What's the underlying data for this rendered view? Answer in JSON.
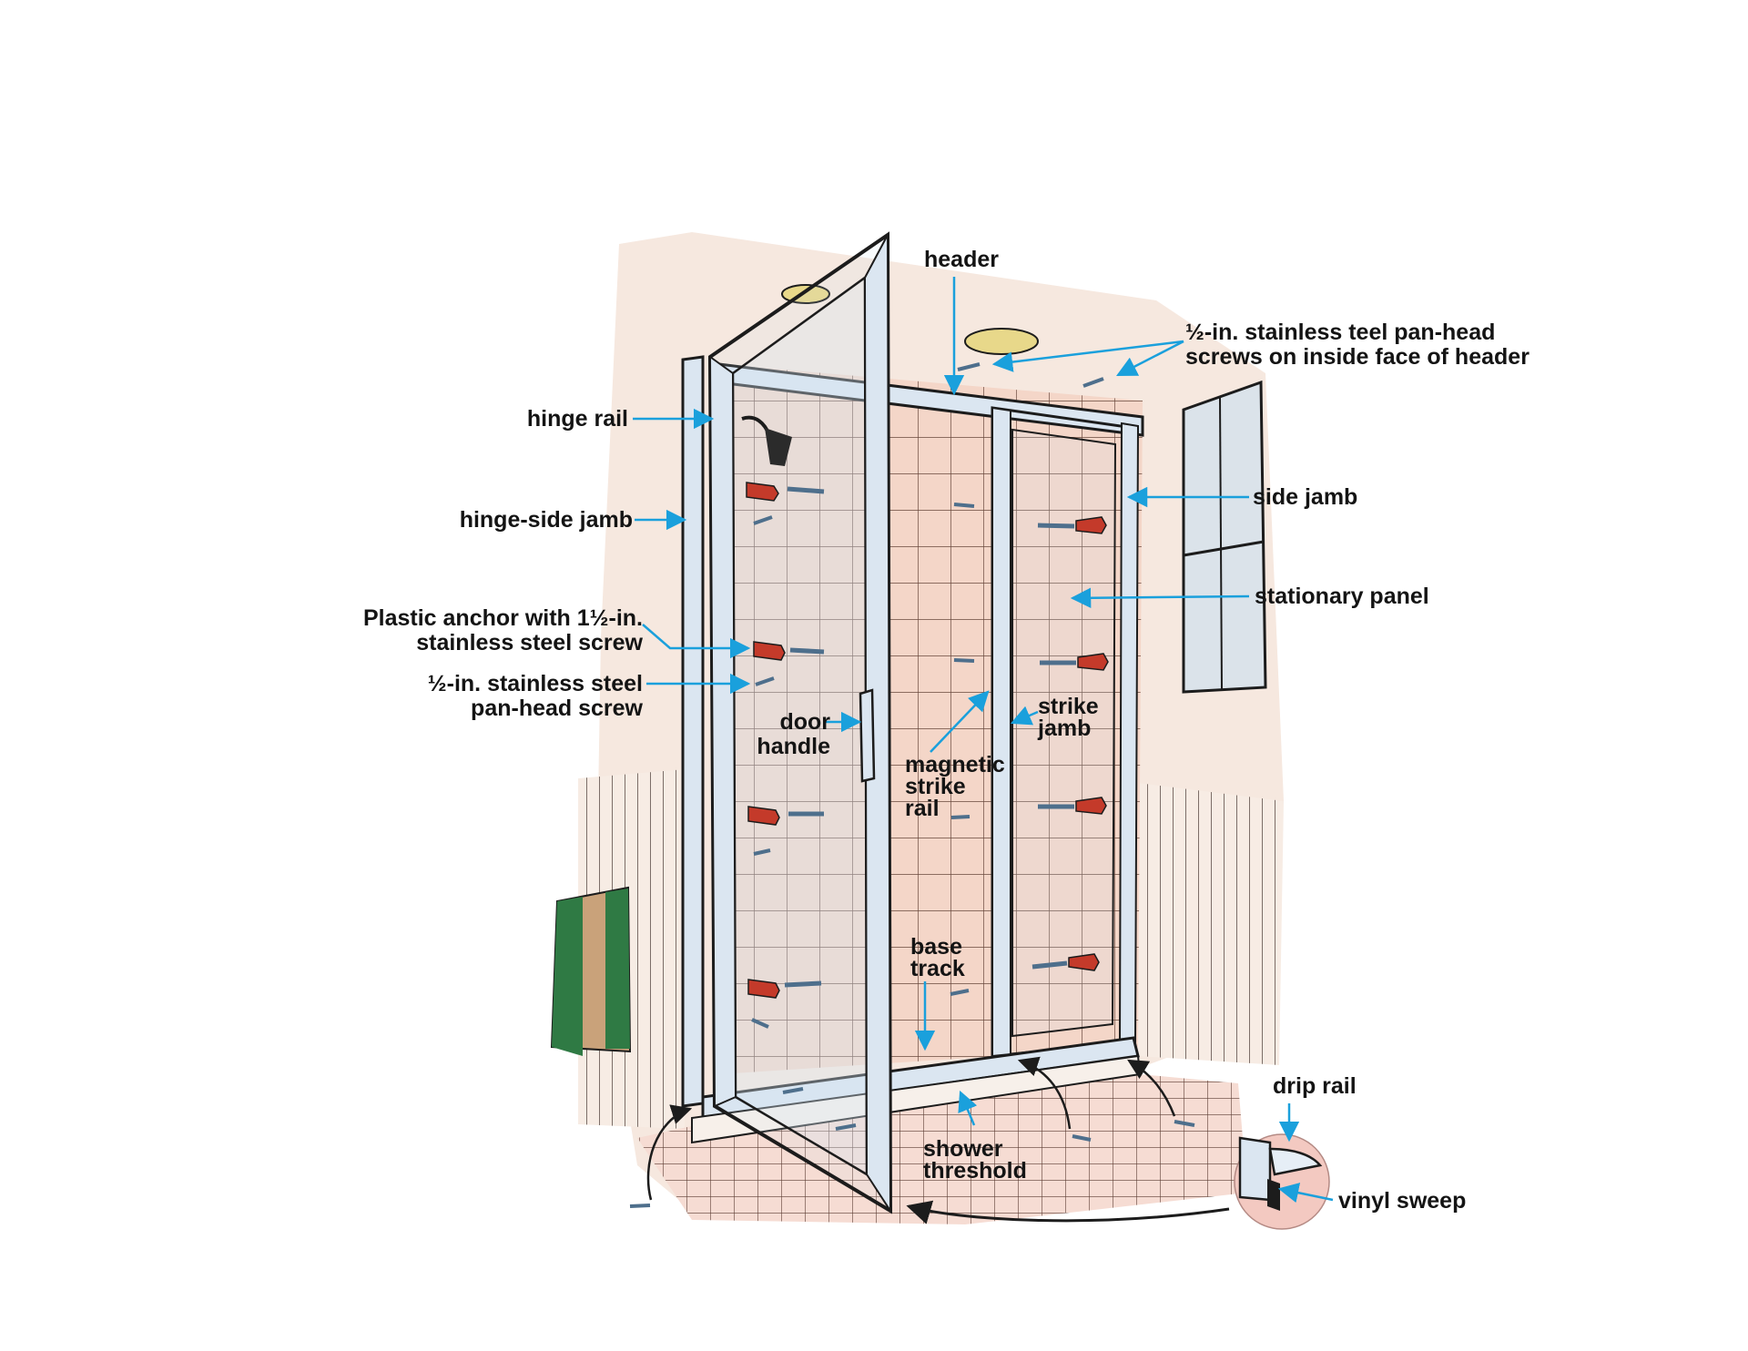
{
  "colors": {
    "wall": "#f6e8df",
    "tile": "#f4d3c4",
    "grout": "#6a4a3e",
    "frame": "#dbe6f1",
    "frame_outline": "#1c1c1c",
    "leader": "#1aa0dc",
    "anchor": "#c43a2a",
    "screw": "#4e6f8c",
    "towel_green": "#2f7a44",
    "towel_tan": "#c9a27a",
    "fixture": "#e8d88a",
    "window": "#dbe3ea",
    "detail_circle": "#f3c9c1"
  },
  "icons": {
    "shower_head": "shower-head-icon",
    "anchor": "plastic-anchor-icon",
    "screw": "pan-head-screw-icon",
    "ceiling_light": "ceiling-light-icon"
  },
  "labels": {
    "header": [
      "header"
    ],
    "header_screws": [
      "½-in. stainless teel pan-head",
      "screws on inside face of header"
    ],
    "hinge_rail": [
      "hinge rail"
    ],
    "side_jamb": [
      "side jamb"
    ],
    "hinge_side_jamb": [
      "hinge-side jamb"
    ],
    "stationary_panel": [
      "stationary panel"
    ],
    "plastic_anchor": [
      "Plastic anchor with 1½-in.",
      "stainless steel screw"
    ],
    "pan_head_screw": [
      "½-in. stainless steel",
      "pan-head screw"
    ],
    "door_handle": [
      "door",
      "handle"
    ],
    "strike_jamb": [
      "strike",
      "jamb"
    ],
    "magnetic_strike_rail": [
      "magnetic",
      "strike",
      "rail"
    ],
    "base_track": [
      "base",
      "track"
    ],
    "drip_rail": [
      "drip rail"
    ],
    "shower_threshold": [
      "shower",
      "threshold"
    ],
    "vinyl_sweep": [
      "vinyl sweep"
    ]
  }
}
